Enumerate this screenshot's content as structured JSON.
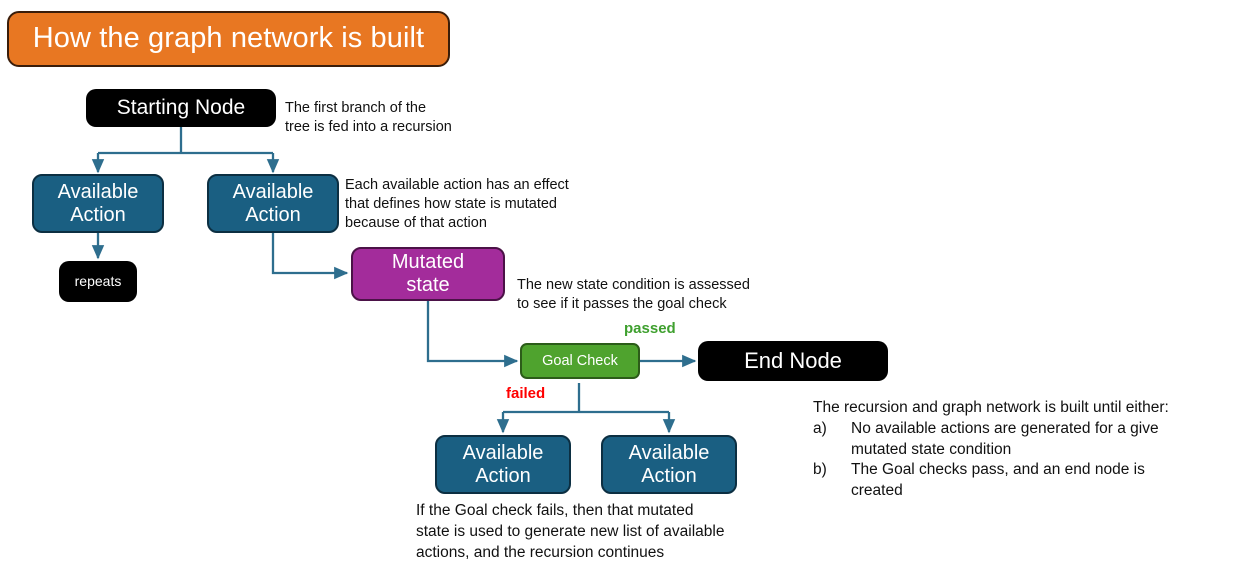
{
  "title": {
    "text": "How the graph network is built",
    "background": "#E87722",
    "border": "#3A1D0A",
    "text_color": "#FFFFFF"
  },
  "colors": {
    "start_end_node": "#000000",
    "available_action": "#1A5F82",
    "mutated_state": "#A32C9B",
    "goal_check": "#4FA32E",
    "connector": "#2E6E8E",
    "passed_label": "#3FA02F",
    "failed_label": "#FF0000"
  },
  "nodes": {
    "starting_node": "Starting Node",
    "available_action_1": "Available\nAction",
    "available_action_2": "Available\nAction",
    "repeats": "repeats",
    "mutated_state": "Mutated\nstate",
    "goal_check": "Goal Check",
    "end_node": "End Node",
    "available_action_3": "Available\nAction",
    "available_action_4": "Available\nAction"
  },
  "edge_labels": {
    "passed": "passed",
    "failed": "failed"
  },
  "notes": {
    "first_branch": "The first branch of the\ntree is fed into a recursion",
    "effect": "Each available action has an effect\nthat defines how state is mutated\nbecause of that action",
    "assessed": "The new state condition is assessed\nto see if it passes the goal check",
    "goal_fail": "If the Goal check fails, then that mutated\nstate is used to generate new list of available\nactions, and the recursion continues"
  },
  "termination": {
    "intro": "The recursion and graph network is built until either:",
    "items": [
      {
        "marker": "a)",
        "text": "No available actions are generated for a give\nmutated state condition"
      },
      {
        "marker": "b)",
        "text": "The Goal checks pass, and an end node is\ncreated"
      }
    ]
  }
}
